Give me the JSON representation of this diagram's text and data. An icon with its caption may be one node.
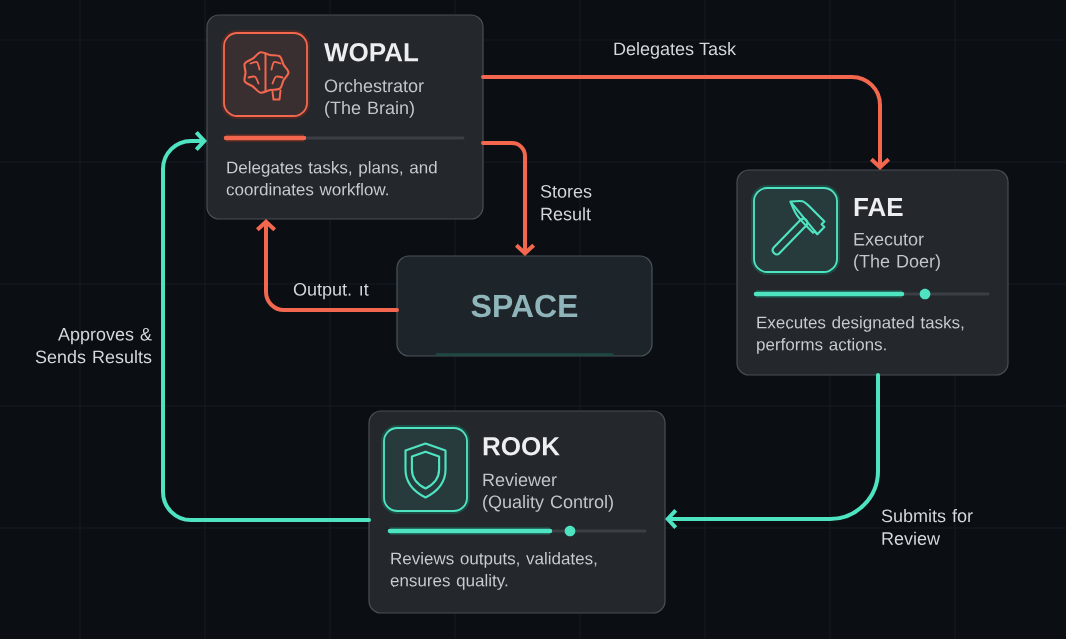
{
  "diagram": {
    "nodes": [
      {
        "text": [
          "WOPAL",
          "Orchestrator (The Brain)",
          "Delegates tasks, plans, and coordinates workflow."
        ]
      },
      {
        "text": [
          "FAE",
          "Executor (The Doer)",
          "Executes designated tasks, performs actions."
        ]
      },
      {
        "text": [
          "SPACE"
        ]
      },
      {
        "text": [
          "ROOK",
          "Reviewer (Quality Control)",
          "Reviews outputs, validates, ensures quality."
        ]
      }
    ],
    "edges": [
      {
        "from": 0,
        "to": 1,
        "arrow": "to",
        "label": "Delegates Task"
      },
      {
        "from": 0,
        "to": 2,
        "arrow": "to",
        "label": "Stores Result"
      },
      {
        "from": 2,
        "to": 0,
        "arrow": "to",
        "label": "Output. ıt"
      },
      {
        "from": 1,
        "to": 3,
        "arrow": "to",
        "label": "Submits for Review",
        "color": "#4ee3c1"
      },
      {
        "from": 3,
        "to": 0,
        "arrow": "to",
        "label": "Approves & Sends Results",
        "color": "#4ee3c1"
      }
    ]
  }
}
